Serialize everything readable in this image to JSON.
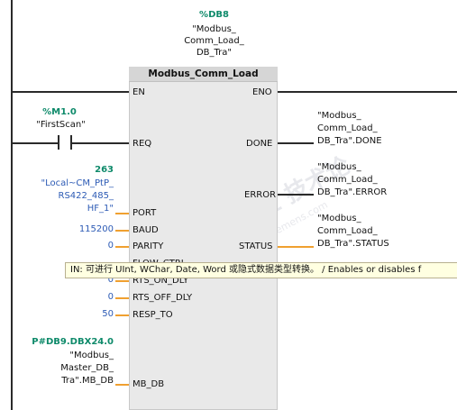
{
  "block": {
    "db_tag": "%DB8",
    "db_name_lines": [
      "\"Modbus_",
      "Comm_Load_",
      "DB_Tra\""
    ],
    "title": "Modbus_Comm_Load",
    "en": "EN",
    "eno": "ENO",
    "inputs": [
      "REQ",
      "PORT",
      "BAUD",
      "PARITY",
      "FLOW_CTRL",
      "RTS_ON_DLY",
      "RTS_OFF_DLY",
      "RESP_TO",
      "MB_DB"
    ],
    "outputs": [
      "DONE",
      "ERROR",
      "STATUS"
    ]
  },
  "req_contact": {
    "address": "%M1.0",
    "symbol": "\"FirstScan\""
  },
  "port_param": {
    "value": "263",
    "lines": [
      "\"Local~CM_PtP_",
      "RS422_485_",
      "HF_1\""
    ]
  },
  "baud_value": "115200",
  "parity_value": "0",
  "rts_on_value": "0",
  "rts_off_value": "0",
  "resp_to_value": "50",
  "mb_db_param": {
    "address": "P#DB9.DBX24.0",
    "lines": [
      "\"Modbus_",
      "Master_DB_",
      "Tra\".MB_DB"
    ]
  },
  "outputs": {
    "done_lines": [
      "\"Modbus_",
      "Comm_Load_",
      "DB_Tra\".DONE"
    ],
    "error_lines": [
      "\"Modbus_",
      "Comm_Load_",
      "DB_Tra\".ERROR"
    ],
    "status_lines": [
      "\"Modbus_",
      "Comm_Load_",
      "DB_Tra\".STATUS"
    ]
  },
  "tooltip": "IN: 可进行 UInt, WChar, Date, Word 或隐式数据类型转换。 / Enables or disables f",
  "watermark": {
    "main": "子工业  技术论",
    "sub": "industry.siemens.com"
  },
  "colors": {
    "param_green": "#0e8a6a",
    "param_blue": "#2d5bb5",
    "pin_orange": "#f0a030",
    "tooltip_bg": "#ffffe1"
  }
}
